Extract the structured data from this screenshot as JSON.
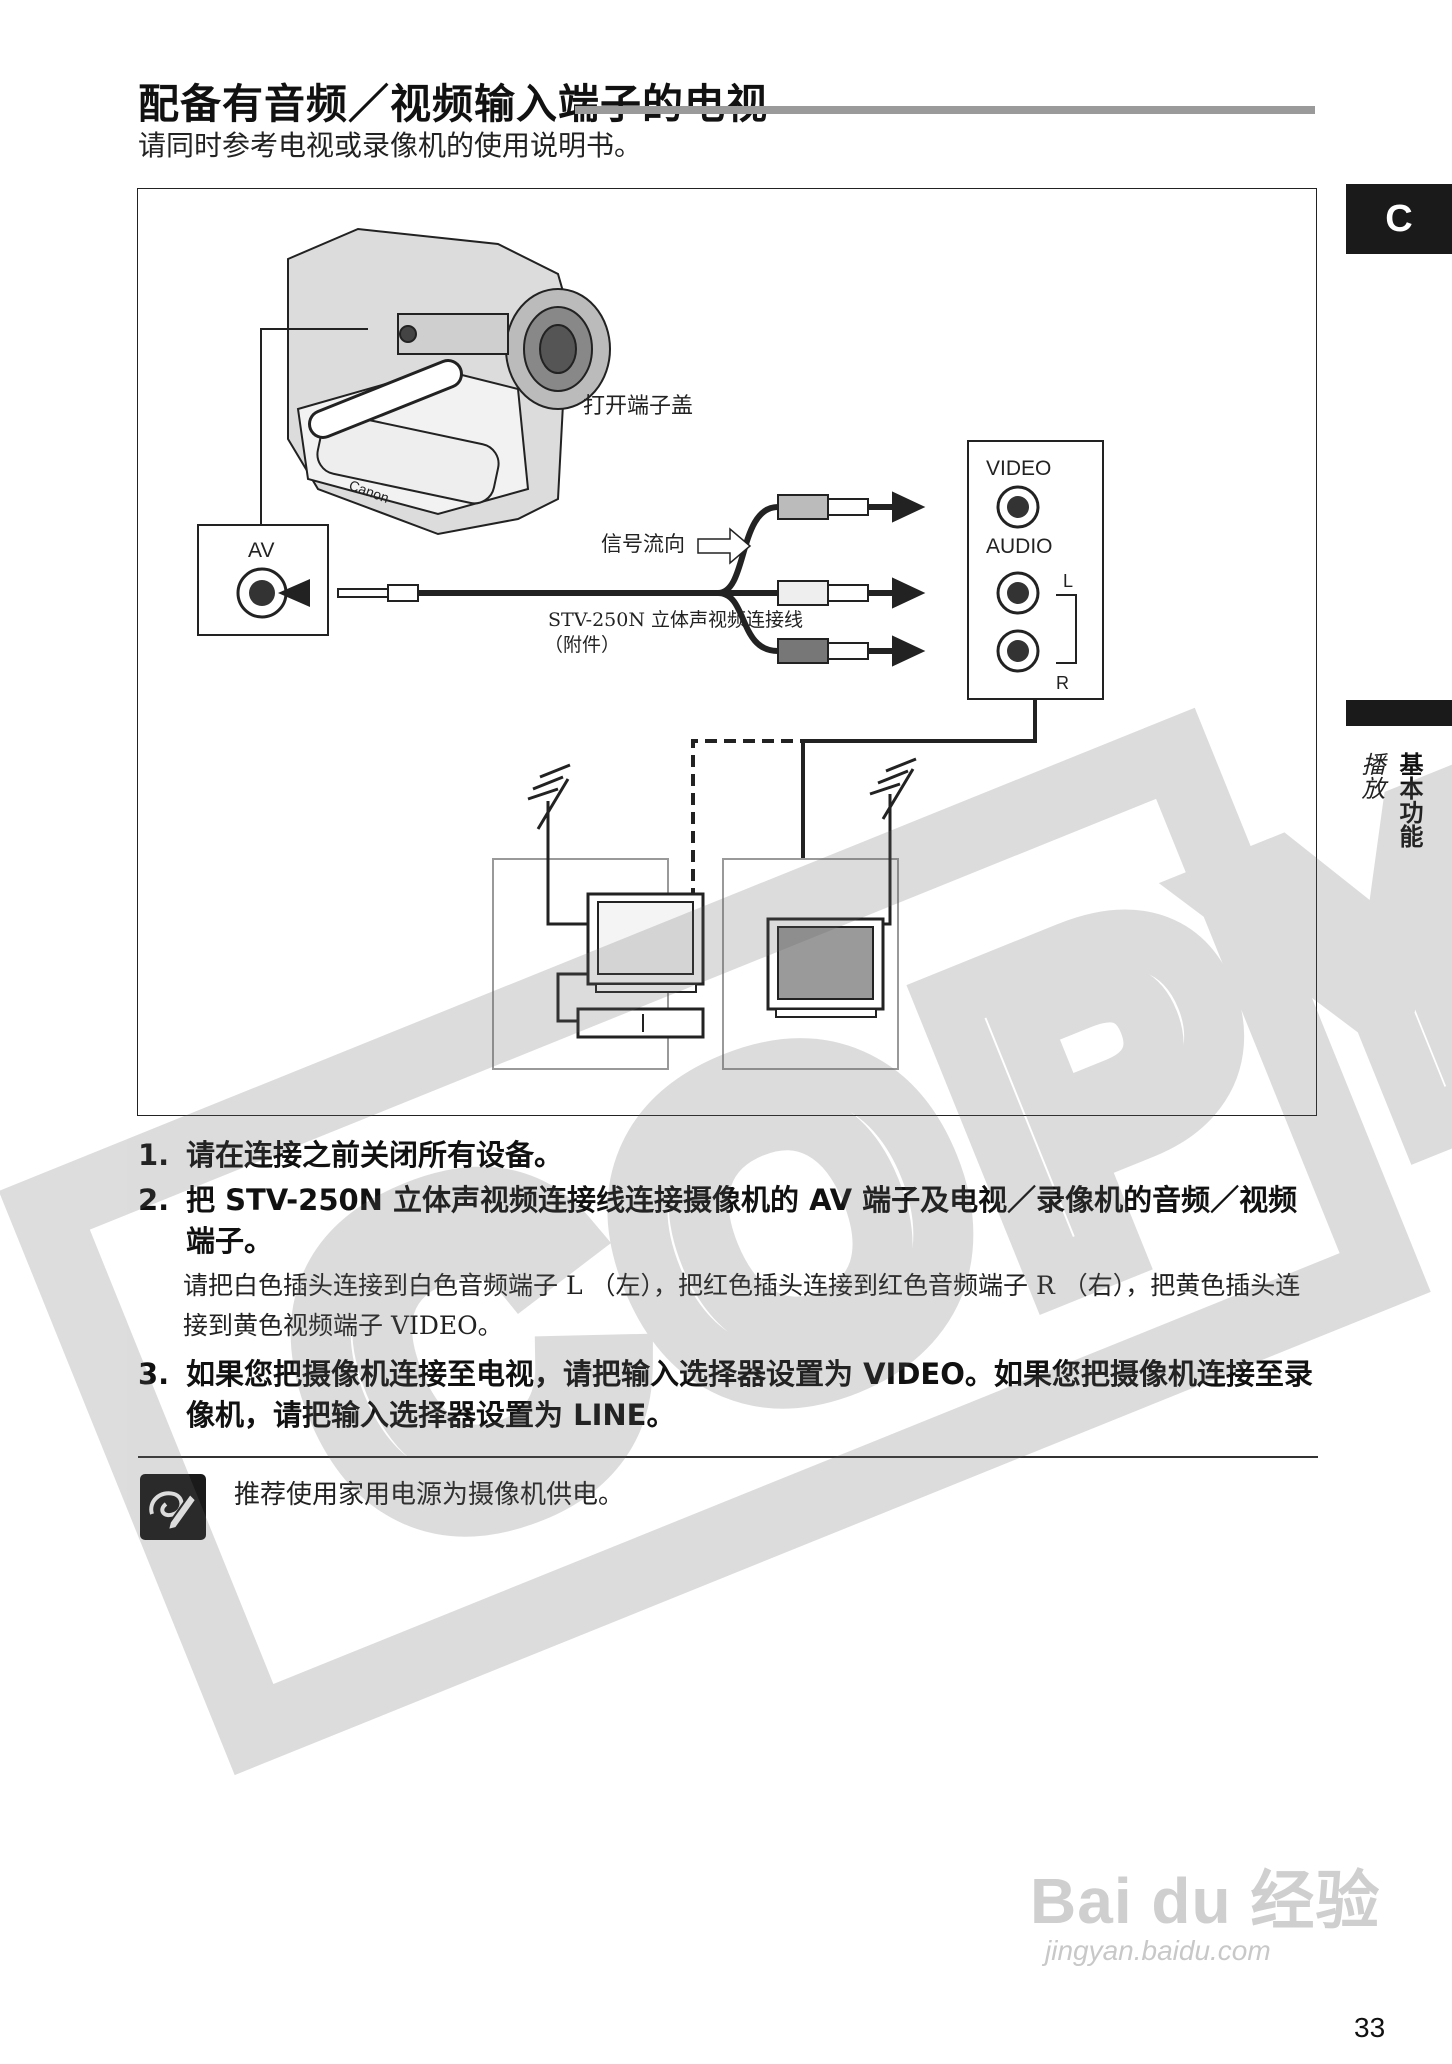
{
  "header": {
    "title": "配备有音频／视频输入端子的电视",
    "subtitle": "请同时参考电视或录像机的使用说明书。"
  },
  "side_tab": {
    "letter": "C",
    "section_main": "基本功能",
    "section_sub": "播放"
  },
  "diagram": {
    "open_cover_label": "打开端子盖",
    "av_label": "AV",
    "video_label": "VIDEO",
    "audio_label": "AUDIO",
    "l_label": "L",
    "r_label": "R",
    "signal_flow_label": "信号流向",
    "cable_label": "STV-250N 立体声视频连接线",
    "cable_sub_label": "（附件）",
    "camera_brand": "Canon"
  },
  "steps": [
    {
      "num": "1.",
      "text": "请在连接之前关闭所有设备。"
    },
    {
      "num": "2.",
      "text": "把 STV-250N 立体声视频连接线连接摄像机的 AV 端子及电视／录像机的音频／视频端子。"
    },
    {
      "num": "3.",
      "text": "如果您把摄像机连接至电视，请把输入选择器设置为 VIDEO。如果您把摄像机连接至录像机，请把输入选择器设置为 LINE。"
    }
  ],
  "step2_detail": "请把白色插头连接到白色音频端子 L （左），把红色插头连接到红色音频端子 R （右），把黄色插头连接到黄色视频端子 VIDEO。",
  "note": {
    "icon": "note-pencil-icon",
    "text": "推荐使用家用电源为摄像机供电。"
  },
  "watermark": {
    "copy_text": "COPY",
    "baidu_text": "Bai du 经验",
    "baidu_url": "jingyan.baidu.com"
  },
  "page_number": "33"
}
